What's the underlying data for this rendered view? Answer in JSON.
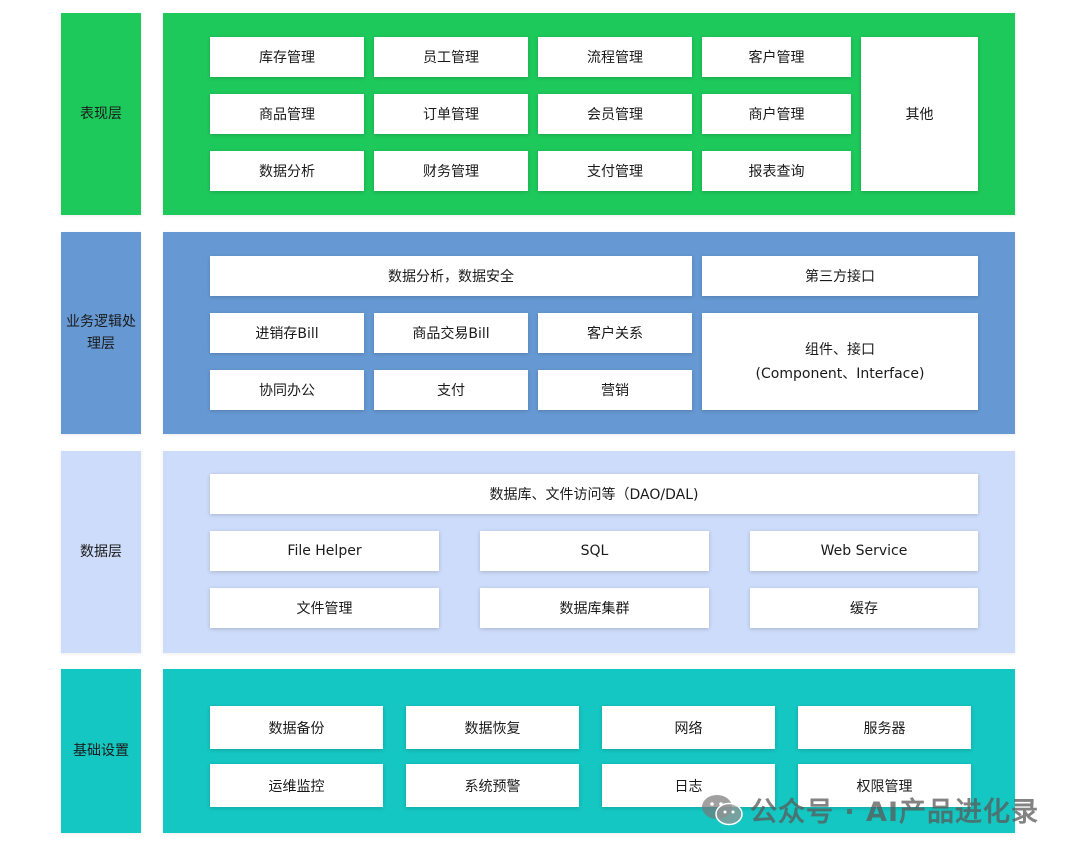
{
  "layers": [
    {
      "label": "表现层",
      "modules": [
        "库存管理",
        "员工管理",
        "流程管理",
        "客户管理",
        "商品管理",
        "订单管理",
        "会员管理",
        "商户管理",
        "数据分析",
        "财务管理",
        "支付管理",
        "报表查询"
      ],
      "other": "其他"
    },
    {
      "label": "业务逻辑处理层",
      "top_left": "数据分析，数据安全",
      "top_right": "第三方接口",
      "modules": [
        "进销存Bill",
        "商品交易Bill",
        "客户关系",
        "协同办公",
        "支付",
        "营销"
      ],
      "component_line1": "组件、接口",
      "component_line2": "(Component、Interface)"
    },
    {
      "label": "数据层",
      "top": "数据库、文件访问等（DAO/DAL)",
      "modules": [
        "File Helper",
        "SQL",
        "Web Service",
        "文件管理",
        "数据库集群",
        "缓存"
      ]
    },
    {
      "label": "基础设置",
      "modules": [
        "数据备份",
        "数据恢复",
        "网络",
        "服务器",
        "运维监控",
        "系统预警",
        "日志",
        "权限管理"
      ]
    }
  ],
  "watermark": "公众号 · AI产品进化录",
  "colors": {
    "presentation": "#1ec95b",
    "business": "#6699d3",
    "data": "#cddcfb",
    "infrastructure": "#14c7c2"
  }
}
